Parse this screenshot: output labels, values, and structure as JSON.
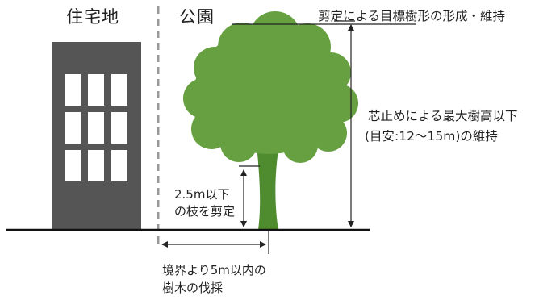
{
  "zones": {
    "residential": "住宅地",
    "park": "公園"
  },
  "annotations": {
    "target_shape": "剪定による目標樹形の形成・維持",
    "max_height_line1": "芯止めによる最大樹高以下",
    "max_height_line2": "(目安:12〜15m)の維持",
    "lower_branch_line1": "2.5m以下",
    "lower_branch_line2": "の枝を剪定",
    "boundary_line1": "境界より5m以内の",
    "boundary_line2": "樹木の伐採"
  },
  "colors": {
    "building": "#555555",
    "window": "#ffffff",
    "foliage": "#66a040",
    "trunk": "#4f8c30",
    "ground": "#111111",
    "boundary_dash": "#999999",
    "dimension": "#222222"
  }
}
